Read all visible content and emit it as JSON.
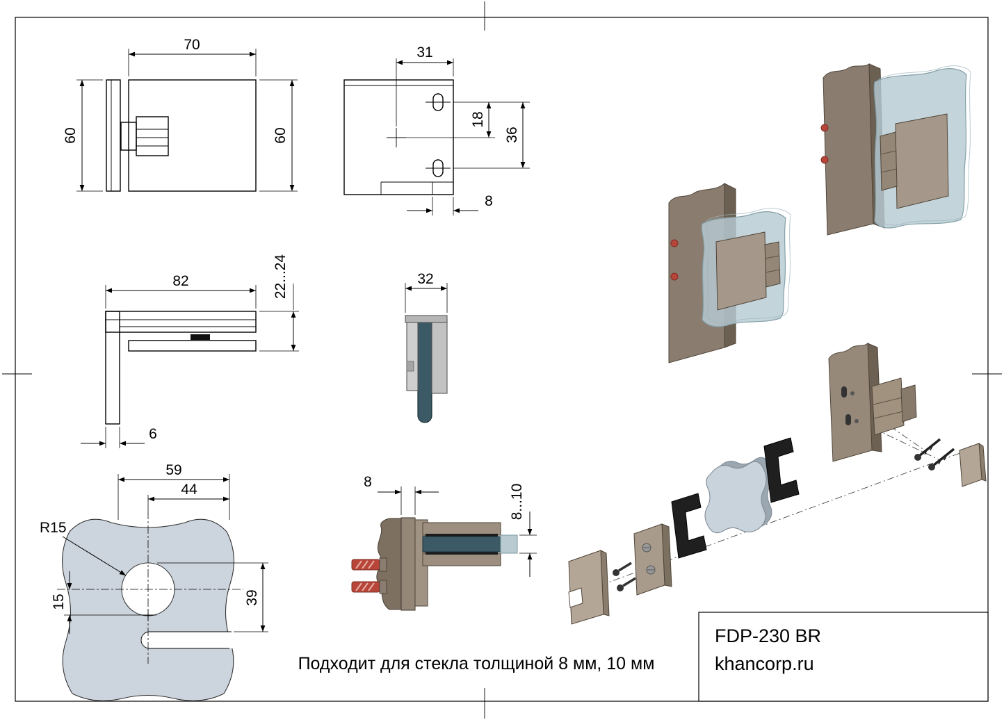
{
  "note": "Подходит для стекла толщиной 8 мм, 10 мм",
  "title_block": {
    "model": "FDP-230 BR",
    "site": "khancorp.ru"
  },
  "views": {
    "front": {
      "width": "70",
      "plate_height": "60",
      "body_height": "60"
    },
    "bracket": {
      "width": "31",
      "slot_to_center": "18",
      "slot_span": "36",
      "flange": "8"
    },
    "side": {
      "length": "82",
      "height_range": "22...24",
      "leg": "6"
    },
    "profile": {
      "depth": "32"
    },
    "gasket": {
      "width": "59",
      "half_width": "44",
      "hole_radius": "R15",
      "hole_offset": "15",
      "cutout_height": "39"
    },
    "section": {
      "plate": "8",
      "glass": "8...10"
    }
  },
  "colors": {
    "line": "#000000",
    "glass_dark": "#3c5a66",
    "glass_mid": "#5d7d89",
    "glass_light": "#b7cbd3",
    "gasket_fill": "#ccd4dd",
    "metal_tan": "#a5988a",
    "metal_mid": "#8a7d6f",
    "metal_dark": "#6b6052",
    "screw_red": "#b8453a",
    "seal_black": "#1c1c1c"
  }
}
